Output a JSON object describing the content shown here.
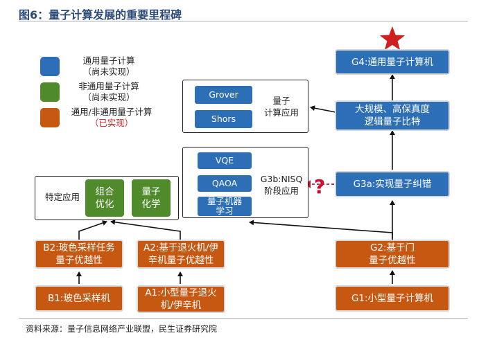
{
  "title": "图6：量子计算发展的重要里程碑",
  "source": "资料来源：量子信息网络产业联盟，民生证券研究院",
  "colors": {
    "universal": "#2d6fb6",
    "non_universal": "#4f8a2b",
    "achieved": "#c65811",
    "star": "#d01f1f"
  },
  "legend": {
    "universal_line1": "通用量子计算",
    "universal_line2": "（尚未实现）",
    "non_universal_line1": "非通用量子计算",
    "non_universal_line2": "（尚未实现）",
    "achieved_line1": "通用/非通用量子计算",
    "achieved_line2": "（已实现）"
  },
  "nodes": {
    "g4": "G4:通用量子计算机",
    "g3_line1": "大规模、高保真度",
    "g3_line2": "逻辑量子比特",
    "g3a": "G3a:实现量子纠错",
    "g2_line1": "G2:基于门",
    "g2_line2": "量子优越性",
    "g1": "G1:小型量子计算机",
    "b2_line1": "B2:玻色采样任务",
    "b2_line2": "量子优越性",
    "b1": "B1:玻色采样机",
    "a2_line1": "A2:基于退火机/伊",
    "a2_line2": "辛机量子优越性",
    "a1_line1": "A1:小型量子退火",
    "a1_line2": "机/伊辛机"
  },
  "app_box": {
    "grover": "Grover",
    "shors": "Shors",
    "label_line1": "量子",
    "label_line2": "计算应用"
  },
  "nisq_box": {
    "vqe": "VQE",
    "qaoa": "QAOA",
    "ml_line1": "量子机器",
    "ml_line2": "学习",
    "label_line1": "G3b:NISQ",
    "label_line2": "阶段应用",
    "question_mark": "?"
  },
  "specific_box": {
    "label": "特定应用",
    "opt_line1": "组合",
    "opt_line2": "优化",
    "chem_line1": "量子",
    "chem_line2": "化学"
  },
  "star_icon": "star-icon"
}
